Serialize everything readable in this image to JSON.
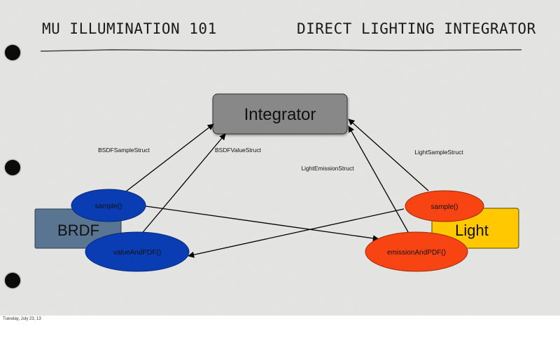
{
  "header": {
    "left_title": "MU ILLUMINATION 101",
    "right_title": "DIRECT LIGHTING INTEGRATOR"
  },
  "diagram": {
    "integrator_label": "Integrator",
    "brdf_label": "BRDF",
    "light_label": "Light",
    "brdf_sample_label": "sample()",
    "brdf_value_label": "valueAndPDF()",
    "light_sample_label": "sample()",
    "light_emission_label": "emissionAndPDF()",
    "edge_labels": {
      "bsdf_sample_struct": "BSDFSampleStruct",
      "bsdf_value_struct": "BSDFValueStruct",
      "light_emission_struct": "LightEmissionStruct",
      "light_sample_struct": "LightSampleStruct"
    }
  },
  "colors": {
    "integrator_fill": "#888888",
    "brdf_fill": "#5a7592",
    "brdf_ellipse_fill": "#0a3db3",
    "light_fill": "#ffc800",
    "light_ellipse_fill": "#f84412",
    "rule_line": "#444444"
  },
  "footer": {
    "date": "Tuesday, July 23, 13"
  }
}
